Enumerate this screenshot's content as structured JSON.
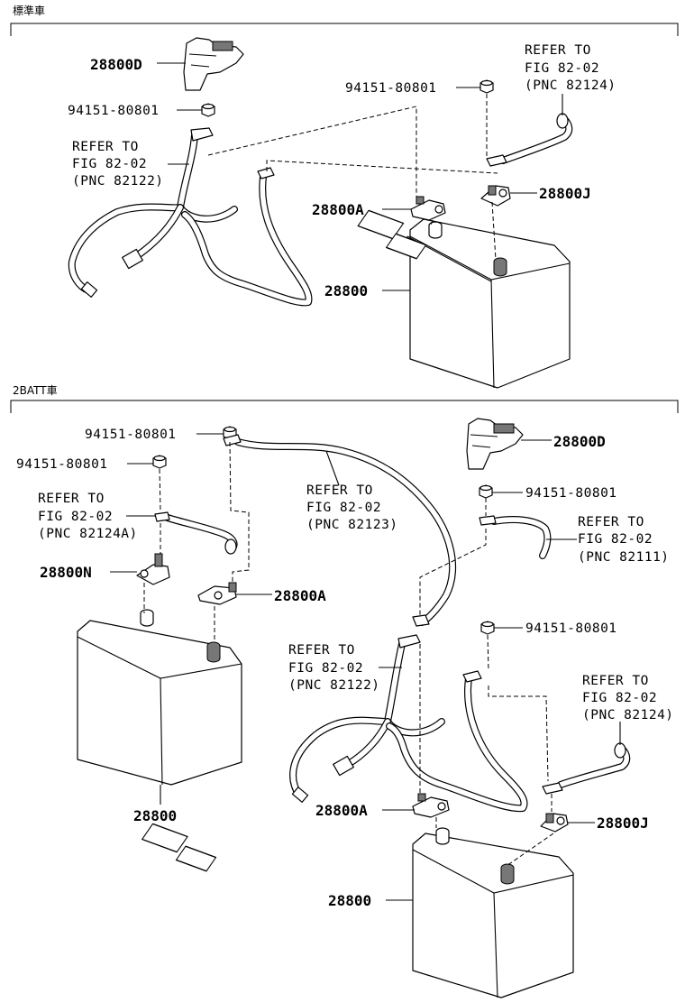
{
  "sections": [
    {
      "title": "標準車",
      "labels": {
        "cover": "28800D",
        "nut_left": "94151-80801",
        "nut_top": "94151-80801",
        "refer_left": [
          "REFER TO",
          "FIG 82-02",
          "(PNC 82122)"
        ],
        "refer_right": [
          "REFER TO",
          "FIG 82-02",
          "(PNC 82124)"
        ],
        "clamp_a": "28800A",
        "clamp_j": "28800J",
        "battery": "28800"
      }
    },
    {
      "title": "2BATT車",
      "labels": {
        "nut_a": "94151-80801",
        "nut_b": "94151-80801",
        "refer_82124a": [
          "REFER TO",
          "FIG 82-02",
          "(PNC 82124A)"
        ],
        "clamp_n": "28800N",
        "clamp_a_left": "28800A",
        "battery_left": "28800",
        "refer_82123": [
          "REFER TO",
          "FIG 82-02",
          "(PNC 82123)"
        ],
        "cover": "28800D",
        "nut_c": "94151-80801",
        "refer_82111": [
          "REFER TO",
          "FIG 82-02",
          "(PNC 82111)"
        ],
        "nut_d": "94151-80801",
        "refer_82122": [
          "REFER TO",
          "FIG 82-02",
          "(PNC 82122)"
        ],
        "refer_82124": [
          "REFER TO",
          "FIG 82-02",
          "(PNC 82124)"
        ],
        "clamp_a_right": "28800A",
        "clamp_j": "28800J",
        "battery_right": "28800"
      }
    }
  ]
}
